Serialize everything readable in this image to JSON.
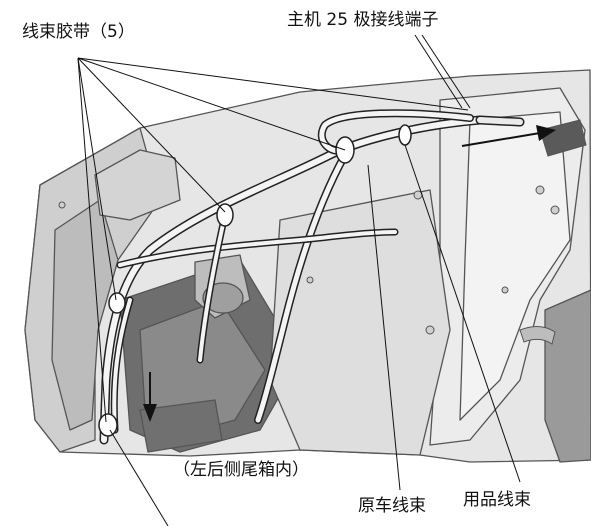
{
  "labels": {
    "cable_ties": "线束胶带（5）",
    "connector": "主机 25 极接线端子",
    "location": "（左后侧尾箱内）",
    "original_harness": "原车线束",
    "accessory_harness": "用品线束"
  },
  "colors": {
    "background": "#ffffff",
    "panel_fill": "#e9e9e9",
    "panel_dark": "#9a9a9a",
    "harness_fill": "#f4f4f4",
    "outline": "#222222"
  },
  "icons": [
    "arrow-icon",
    "arrow-icon"
  ]
}
